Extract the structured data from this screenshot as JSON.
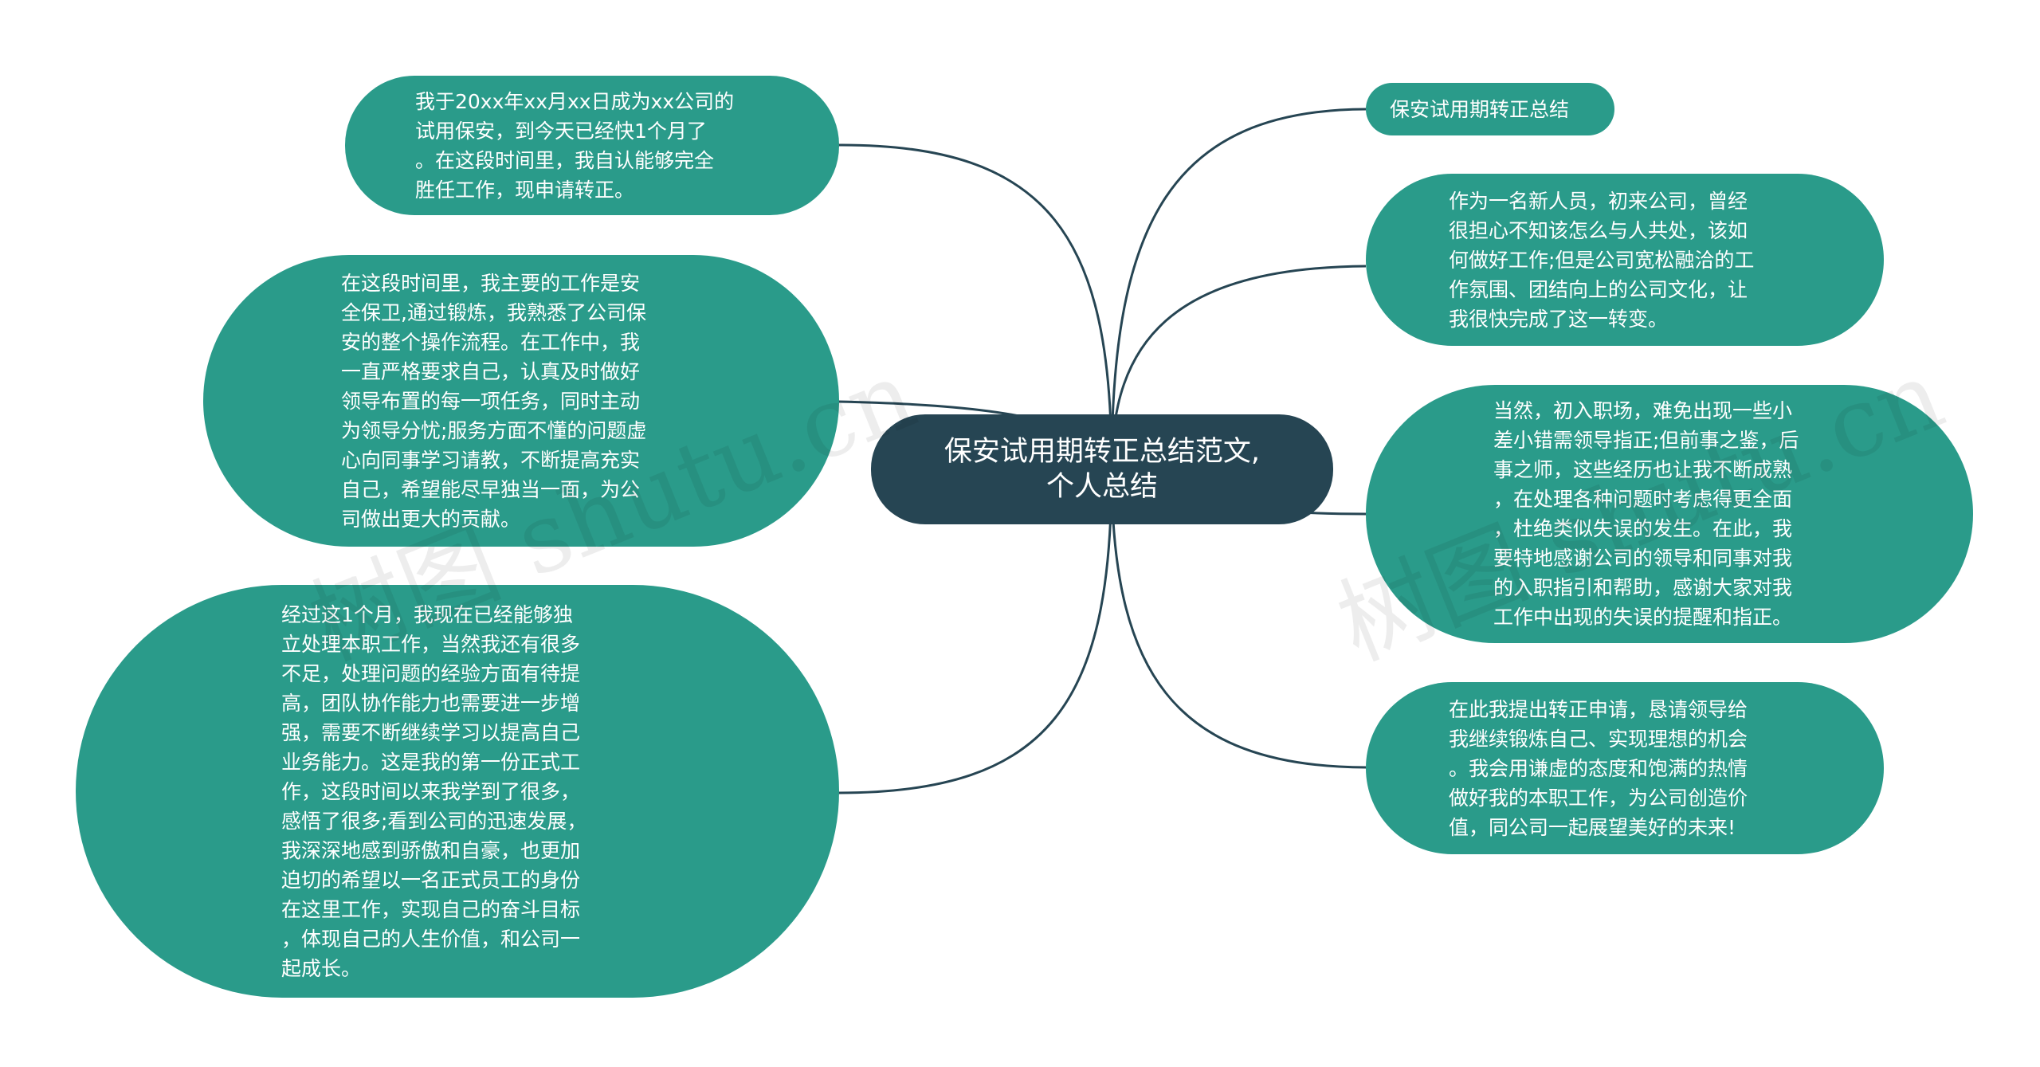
{
  "center": {
    "label": "保安试用期转正总结范文,\n个人总结"
  },
  "left_nodes": [
    "我于20xx年xx月xx日成为xx公司的\n试用保安，到今天已经快1个月了\n。在这段时间里，我自认能够完全\n胜任工作，现申请转正。",
    "在这段时间里，我主要的工作是安\n全保卫,通过锻炼，我熟悉了公司保\n安的整个操作流程。在工作中，我\n一直严格要求自己，认真及时做好\n领导布置的每一项任务，同时主动\n为领导分忧;服务方面不懂的问题虚\n心向同事学习请教，不断提高充实\n自己，希望能尽早独当一面，为公\n司做出更大的贡献。",
    "经过这1个月，我现在已经能够独\n立处理本职工作，当然我还有很多\n不足，处理问题的经验方面有待提\n高，团队协作能力也需要进一步增\n强，需要不断继续学习以提高自己\n业务能力。这是我的第一份正式工\n作，这段时间以来我学到了很多，\n感悟了很多;看到公司的迅速发展，\n我深深地感到骄傲和自豪，也更加\n迫切的希望以一名正式员工的身份\n在这里工作，实现自己的奋斗目标\n，体现自己的人生价值，和公司一\n起成长。"
  ],
  "right_nodes": [
    "保安试用期转正总结",
    "作为一名新人员，初来公司，曾经\n很担心不知该怎么与人共处，该如\n何做好工作;但是公司宽松融洽的工\n作氛围、团结向上的公司文化，让\n我很快完成了这一转变。",
    "当然，初入职场，难免出现一些小\n差小错需领导指正;但前事之鉴，后\n事之师，这些经历也让我不断成熟\n，在处理各种问题时考虑得更全面\n，杜绝类似失误的发生。在此，我\n要特地感谢公司的领导和同事对我\n的入职指引和帮助，感谢大家对我\n工作中出现的失误的提醒和指正。",
    "在此我提出转正申请，恳请领导给\n我继续锻炼自己、实现理想的机会\n。我会用谦虚的态度和饱满的热情\n做好我的本职工作，为公司创造价\n值，同公司一起展望美好的未来!"
  ],
  "watermarks": [
    "树图 shutu.cn",
    "树图 shutu.cn"
  ],
  "colors": {
    "center_fill": "#264553",
    "node_fill": "#2a9b8a",
    "node_text": "#ffffff",
    "link": "#264553"
  }
}
